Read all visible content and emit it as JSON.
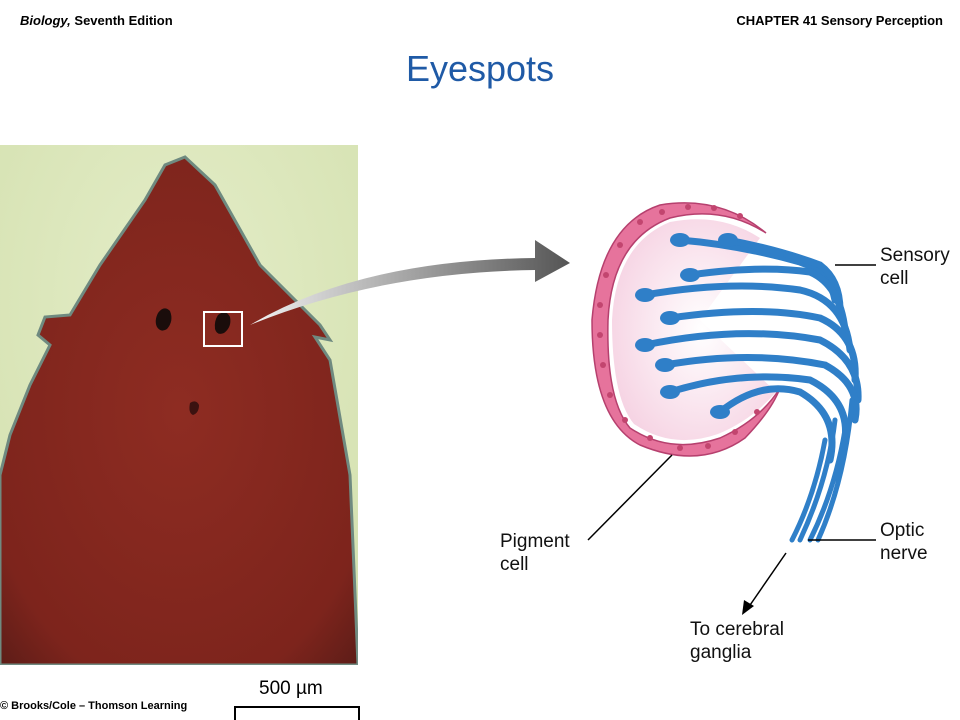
{
  "header": {
    "book_title": "Biology,",
    "book_edition": " Seventh Edition",
    "chapter": "CHAPTER 41 Sensory Perception"
  },
  "slide": {
    "title": "Eyespots"
  },
  "photo": {
    "scale_value": "500 µm",
    "copyright": "© Brooks/Cole – Thomson Learning"
  },
  "diagram": {
    "labels": {
      "sensory_line1": "Sensory",
      "sensory_line2": "cell",
      "optic_line1": "Optic",
      "optic_line2": "nerve",
      "pigment_line1": "Pigment",
      "pigment_line2": "cell",
      "cerebral_line1": "To cerebral",
      "cerebral_line2": "ganglia"
    },
    "colors": {
      "pigment_cup": "#e6739c",
      "sensory_fibers": "#2f7fc8",
      "tissue": "#8a2a20",
      "background_slide": "#dfe9c2"
    }
  }
}
